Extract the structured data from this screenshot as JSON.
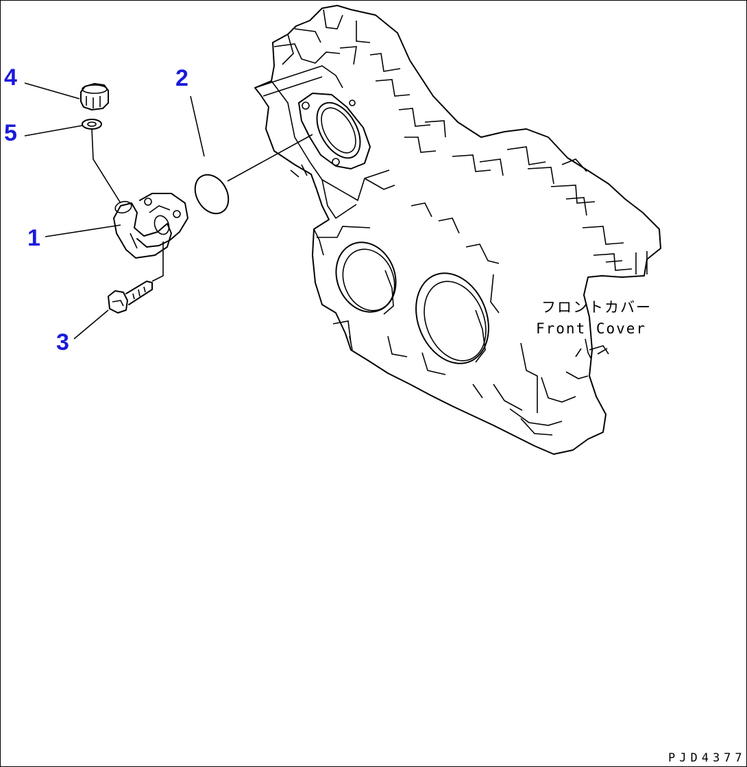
{
  "callouts": {
    "c1": "1",
    "c2": "2",
    "c3": "3",
    "c4": "4",
    "c5": "5"
  },
  "labels": {
    "front_cover_jp": "フロントカバー",
    "front_cover_en": "Front Cover"
  },
  "drawing_code": "PJD4377",
  "colors": {
    "callout": "#1a1adc",
    "line": "#000000",
    "background": "#ffffff"
  }
}
